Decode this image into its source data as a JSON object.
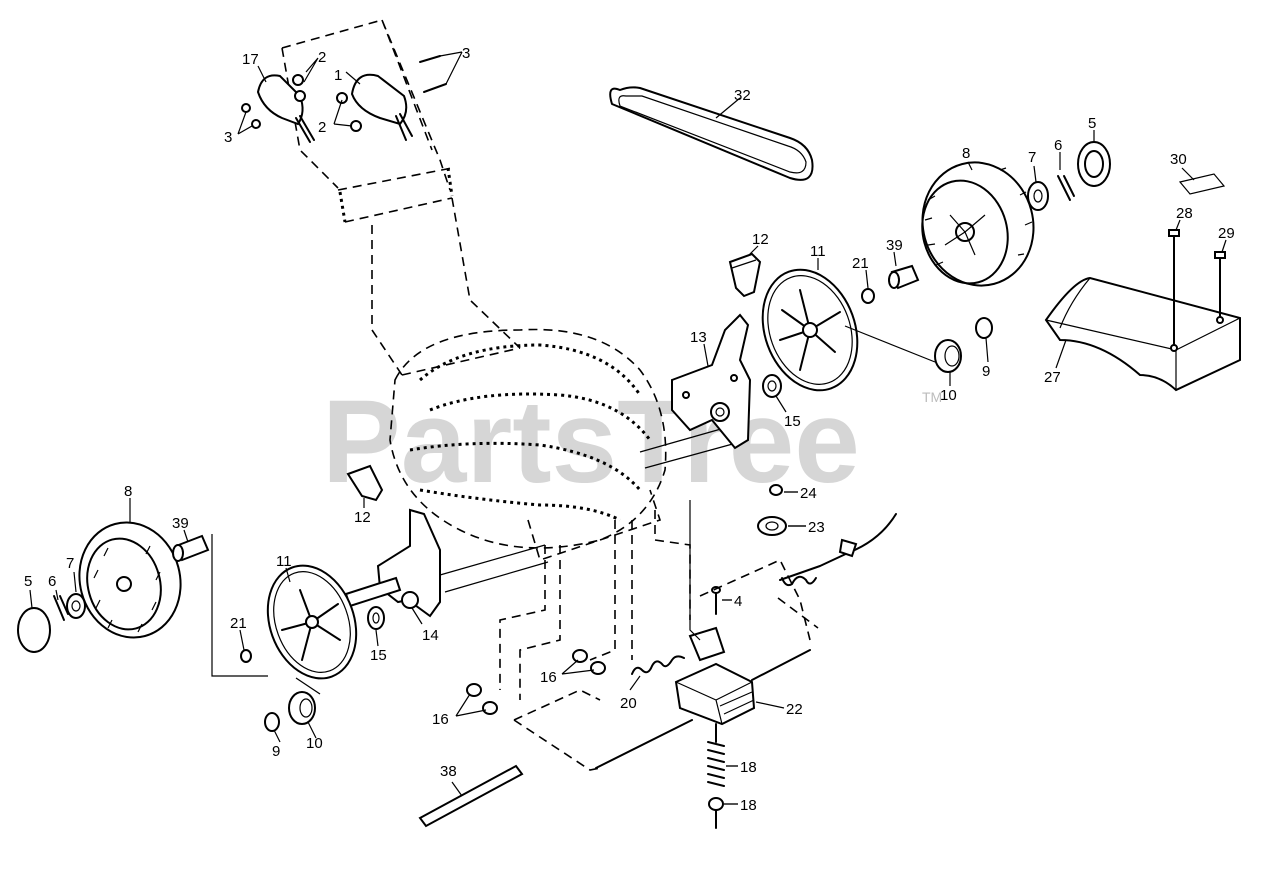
{
  "watermark": {
    "text": "PartsTree",
    "trademark": "TM"
  },
  "callouts": [
    {
      "id": "c17",
      "label": "17"
    },
    {
      "id": "c2a",
      "label": "2"
    },
    {
      "id": "c1",
      "label": "1"
    },
    {
      "id": "c3a",
      "label": "3"
    },
    {
      "id": "c3b",
      "label": "3"
    },
    {
      "id": "c2b",
      "label": "2"
    },
    {
      "id": "c32",
      "label": "32"
    },
    {
      "id": "c5a",
      "label": "5"
    },
    {
      "id": "c8a",
      "label": "8"
    },
    {
      "id": "c7a",
      "label": "7"
    },
    {
      "id": "c6a",
      "label": "6"
    },
    {
      "id": "c30",
      "label": "30"
    },
    {
      "id": "c28",
      "label": "28"
    },
    {
      "id": "c29",
      "label": "29"
    },
    {
      "id": "c12a",
      "label": "12"
    },
    {
      "id": "c11a",
      "label": "11"
    },
    {
      "id": "c21a",
      "label": "21"
    },
    {
      "id": "c39a",
      "label": "39"
    },
    {
      "id": "c13",
      "label": "13"
    },
    {
      "id": "c15a",
      "label": "15"
    },
    {
      "id": "c10a",
      "label": "10"
    },
    {
      "id": "c9a",
      "label": "9"
    },
    {
      "id": "c27",
      "label": "27"
    },
    {
      "id": "c8b",
      "label": "8"
    },
    {
      "id": "c39b",
      "label": "39"
    },
    {
      "id": "c12b",
      "label": "12"
    },
    {
      "id": "c24",
      "label": "24"
    },
    {
      "id": "c23",
      "label": "23"
    },
    {
      "id": "c5b",
      "label": "5"
    },
    {
      "id": "c6b",
      "label": "6"
    },
    {
      "id": "c7b",
      "label": "7"
    },
    {
      "id": "c11b",
      "label": "11"
    },
    {
      "id": "c4",
      "label": "4"
    },
    {
      "id": "c21b",
      "label": "21"
    },
    {
      "id": "c14",
      "label": "14"
    },
    {
      "id": "c15b",
      "label": "15"
    },
    {
      "id": "c16a",
      "label": "16"
    },
    {
      "id": "c20",
      "label": "20"
    },
    {
      "id": "c22",
      "label": "22"
    },
    {
      "id": "c16b",
      "label": "16"
    },
    {
      "id": "c9b",
      "label": "9"
    },
    {
      "id": "c10b",
      "label": "10"
    },
    {
      "id": "c38",
      "label": "38"
    },
    {
      "id": "c18a",
      "label": "18"
    },
    {
      "id": "c18b",
      "label": "18"
    }
  ]
}
